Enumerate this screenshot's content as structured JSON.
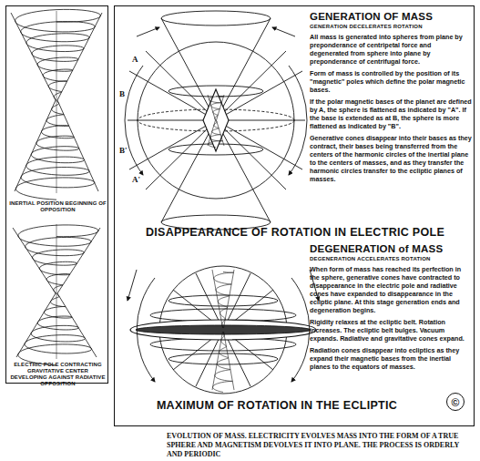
{
  "diagram": {
    "caption": "EVOLUTION OF MASS. ELECTRICITY EVOLVES MASS INTO THE FORM OF A TRUE SPHERE AND MAGNETISM DEVOLVES IT INTO PLANE. THE PROCESS IS ORDERLY AND PERIODIC",
    "nodes": [
      {
        "text": [
          "INERTIAL POSITION BEGINNING OF OPPOSITION",
          "ELECTRIC POLE CONTRACTING GRAVITATIVE CENTER DEVELOPING AGAINST RADIATIVE OPPOSITION"
        ]
      },
      {
        "text": [
          "GENERATION OF MASS",
          "GENERATION DECELERATES ROTATION",
          "All mass is generated into spheres from plane by preponderance of centripetal force and degenerated from sphere into plane by preponderance of centrifugal force.",
          "Form of mass is controlled by the position of its \"magnetic\" poles which define the polar magnetic bases.",
          "If the polar magnetic bases of the planet are defined by A, the sphere is flattened as indicated by \"A\". If the base is extended as at B, the sphere is more flattened as indicated by \"B\".",
          "Generative cones disappear into their bases as they contract, their bases being transferred from the centers of the harmonic circles of the inertial plane to the centers of masses, and as they transfer the harmonic circles transfer to the ecliptic planes of masses.",
          "DISAPPEARANCE OF ROTATION IN ELECTRIC POLE",
          "DEGENERATION of MASS",
          "DEGENERATION ACCELERATES ROTATION",
          "When form of mass has reached its perfection in the sphere, generative cones have contracted to disappearance in the electric pole and radiative cones have expanded to disappearance in the ecliptic plane. At this stage generation ends and degeneration begins.",
          "Rigidity relaxes at the ecliptic belt. Rotation increases. The ecliptic belt bulges. Vacuum expands. Radiative and gravitative cones expand.",
          "Radiation cones disappear into ecliptics as they expand their magnetic bases from the inertial planes to the equators of masses.",
          "MAXIMUM OF ROTATION IN THE ECLIPTIC",
          "©"
        ]
      }
    ],
    "labels": [
      "A",
      "B",
      "A'",
      "B'"
    ]
  }
}
